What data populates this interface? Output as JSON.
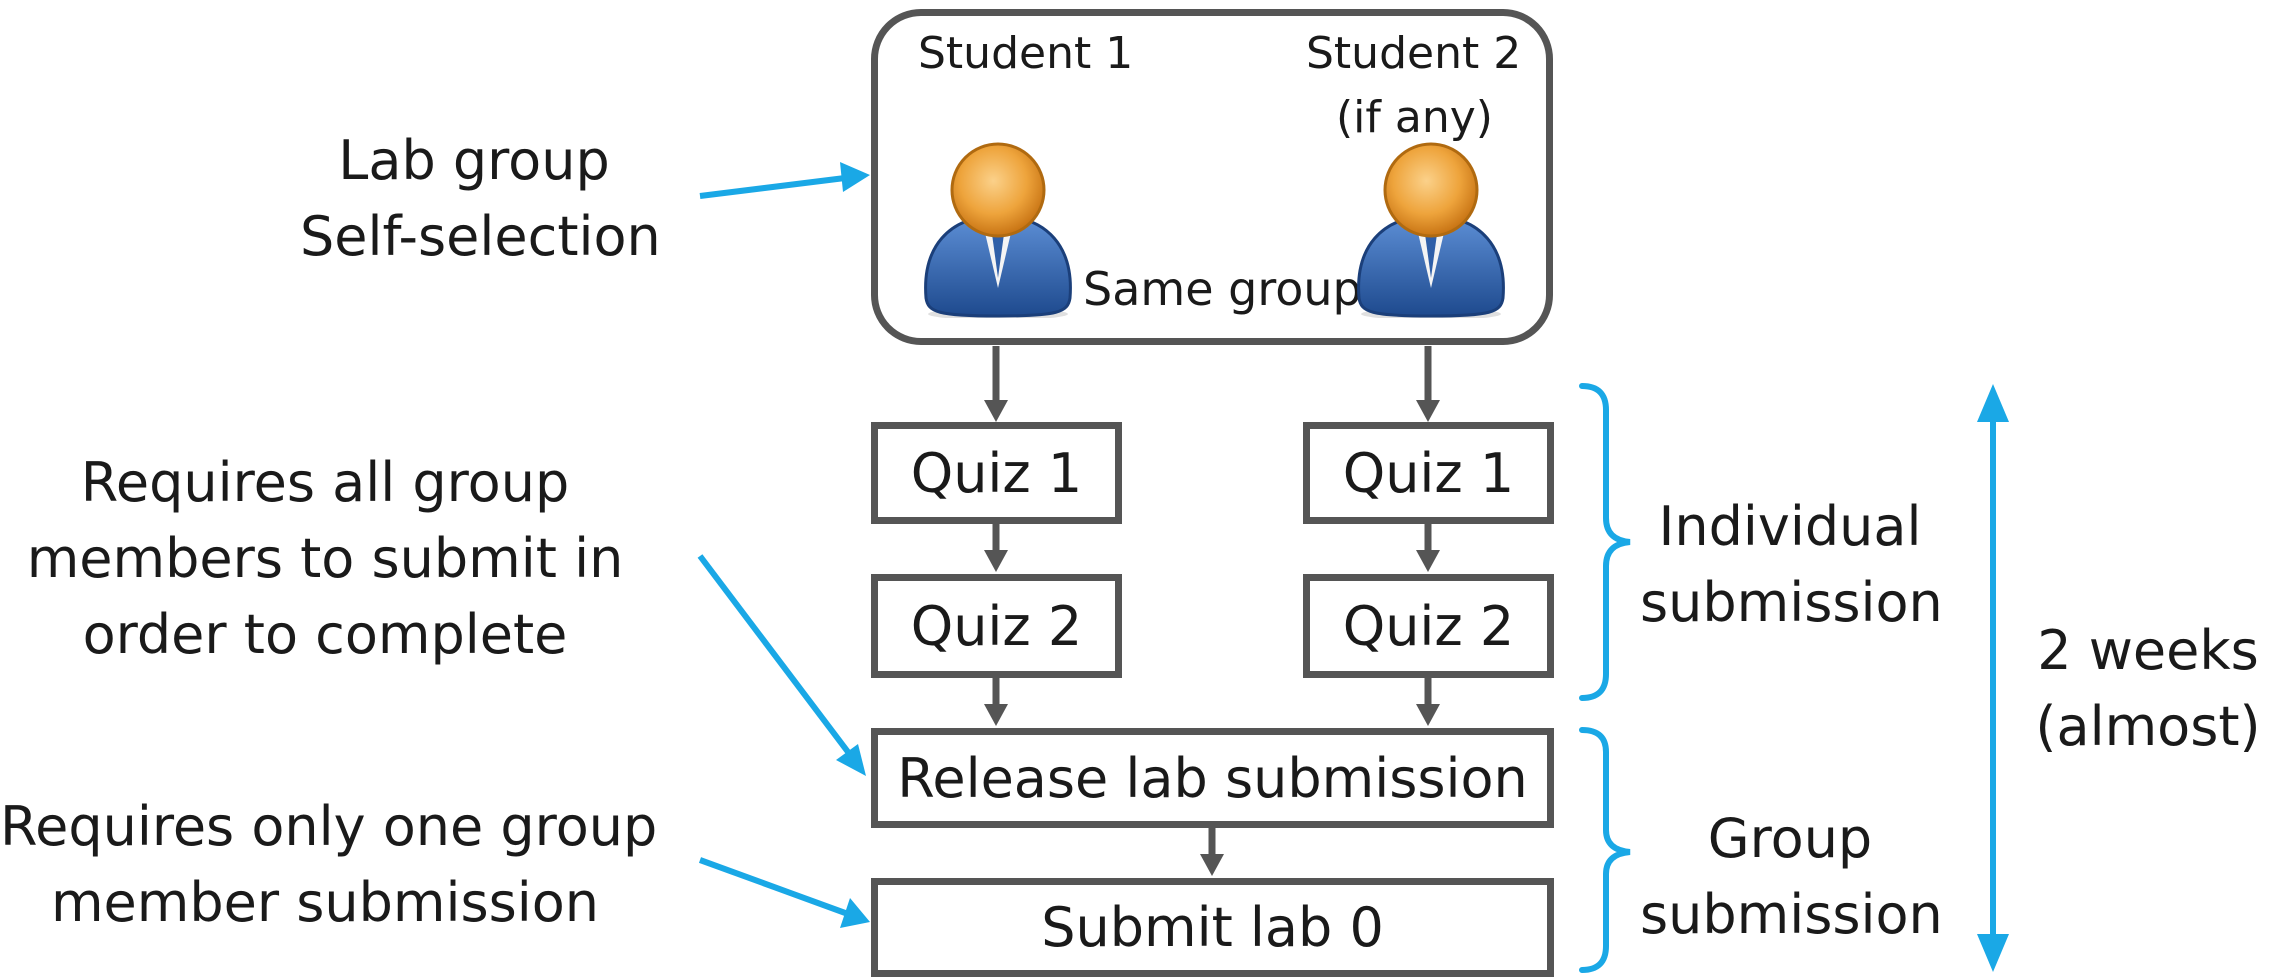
{
  "group_box": {
    "student1_label": "Student 1",
    "student2_label_line1": "Student 2",
    "student2_label_line2": "(if any)",
    "same_group_label": "Same group"
  },
  "left_annotations": {
    "lab_group_line1": "Lab group",
    "lab_group_line2": "Self-selection",
    "requires_all_line1": "Requires all group",
    "requires_all_line2": "members to submit in",
    "requires_all_line3": "order to complete",
    "requires_one_line1": "Requires only one group",
    "requires_one_line2": "member submission"
  },
  "boxes": {
    "quiz1_left": "Quiz 1",
    "quiz2_left": "Quiz 2",
    "quiz1_right": "Quiz 1",
    "quiz2_right": "Quiz 2",
    "release_lab": "Release lab submission",
    "submit_lab": "Submit lab 0"
  },
  "right_annotations": {
    "individual_line1": "Individual",
    "individual_line2": "submission",
    "group_line1": "Group",
    "group_line2": "submission",
    "duration_line1": "2 weeks",
    "duration_line2": "(almost)"
  },
  "icons": [
    "person-icon",
    "person-icon"
  ],
  "colors": {
    "accent_blue": "#1aa8e6",
    "box_border": "#555555",
    "person_head": "#e8962a",
    "person_body": "#2f5fa8"
  }
}
